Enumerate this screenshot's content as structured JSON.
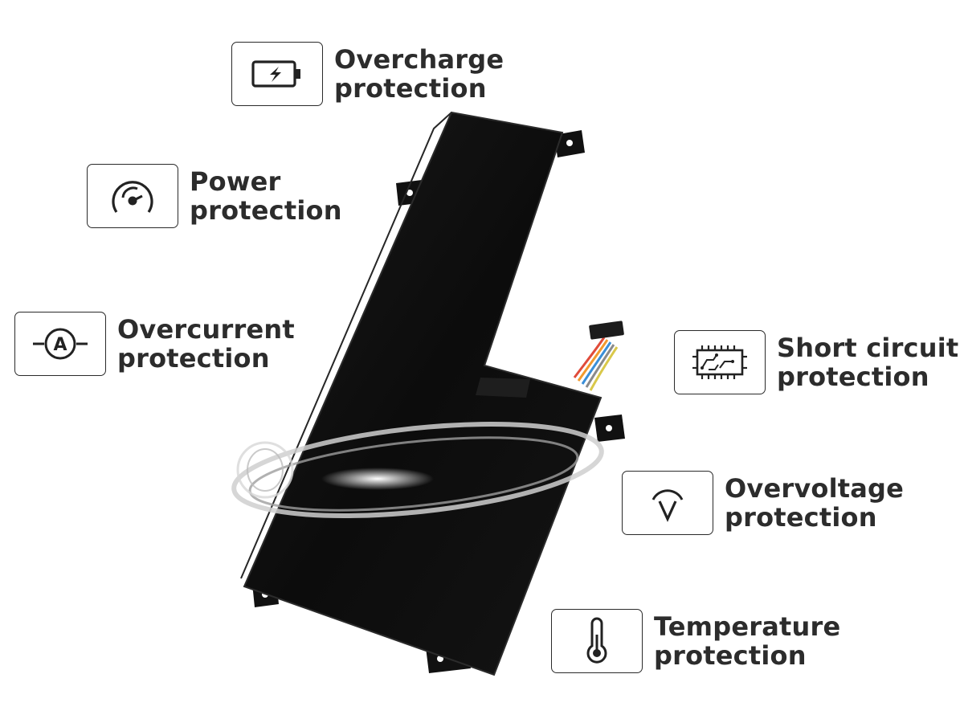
{
  "colors": {
    "battery_body": "#0d0d0d",
    "text": "#2c2c2c",
    "icon_stroke": "#222222",
    "box_border": "#2a2a2a",
    "cable_wires": [
      "#e04b3a",
      "#f29a2e",
      "#3a8fd8",
      "#8a8a8a",
      "#d9c84a"
    ]
  },
  "features": [
    {
      "id": "overcharge",
      "icon": "battery-charge-icon",
      "line1": "Overcharge",
      "line2": "protection"
    },
    {
      "id": "power",
      "icon": "gauge-icon",
      "line1": "Power",
      "line2": "protection"
    },
    {
      "id": "overcurrent",
      "icon": "ammeter-icon",
      "line1": "Overcurrent",
      "line2": "protection"
    },
    {
      "id": "short-circuit",
      "icon": "circuit-board-icon",
      "line1": "Short circuit",
      "line2": "protection"
    },
    {
      "id": "overvoltage",
      "icon": "voltmeter-icon",
      "line1": "Overvoltage",
      "line2": "protection"
    },
    {
      "id": "temperature",
      "icon": "thermometer-icon",
      "line1": "Temperature",
      "line2": "protection"
    }
  ]
}
